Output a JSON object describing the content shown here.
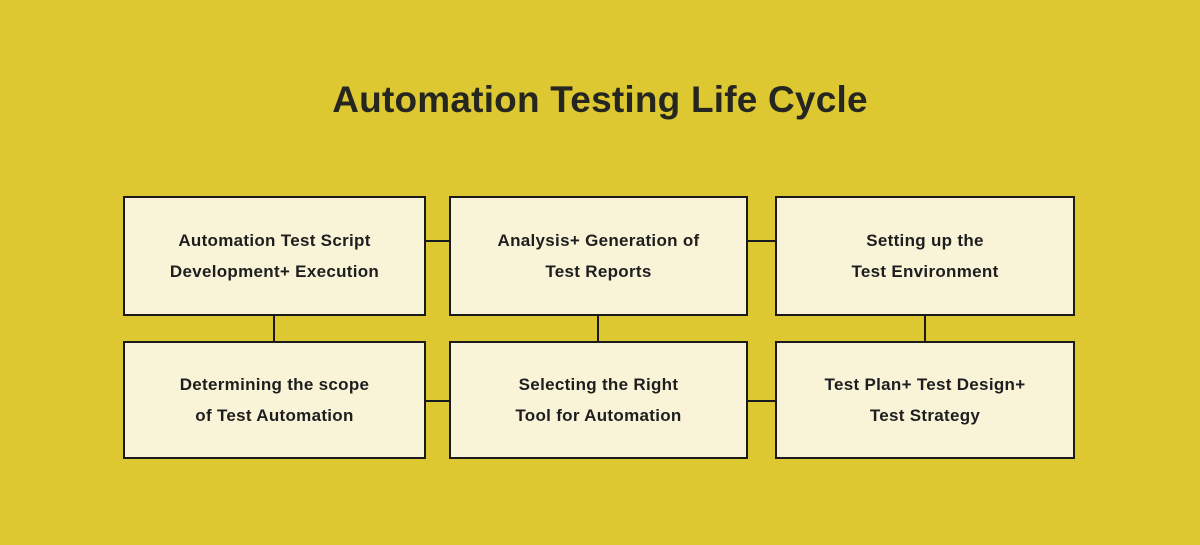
{
  "title": "Automation Testing Life Cycle",
  "colors": {
    "background": "#ddc832",
    "box_fill": "#f9f4d8",
    "line": "#1a1a1a",
    "title_color": "#262621",
    "text_color": "#1e1e1e"
  },
  "boxes": [
    {
      "id": "automation-test-script-development-execution",
      "lines": [
        "Automation Test Script",
        "Development+ Execution"
      ]
    },
    {
      "id": "analysis-generation-of-test-reports",
      "lines": [
        "Analysis+ Generation of",
        "Test Reports"
      ]
    },
    {
      "id": "setting-up-the-test-environment",
      "lines": [
        "Setting up the",
        "Test Environment"
      ]
    },
    {
      "id": "determining-the-scope-of-test-automation",
      "lines": [
        "Determining the scope",
        "of Test Automation"
      ]
    },
    {
      "id": "selecting-the-right-tool-for-automation",
      "lines": [
        "Selecting the Right",
        "Tool for Automation"
      ]
    },
    {
      "id": "test-plan-test-design-test-strategy",
      "lines": [
        "Test Plan+ Test Design+",
        "Test Strategy"
      ]
    }
  ]
}
